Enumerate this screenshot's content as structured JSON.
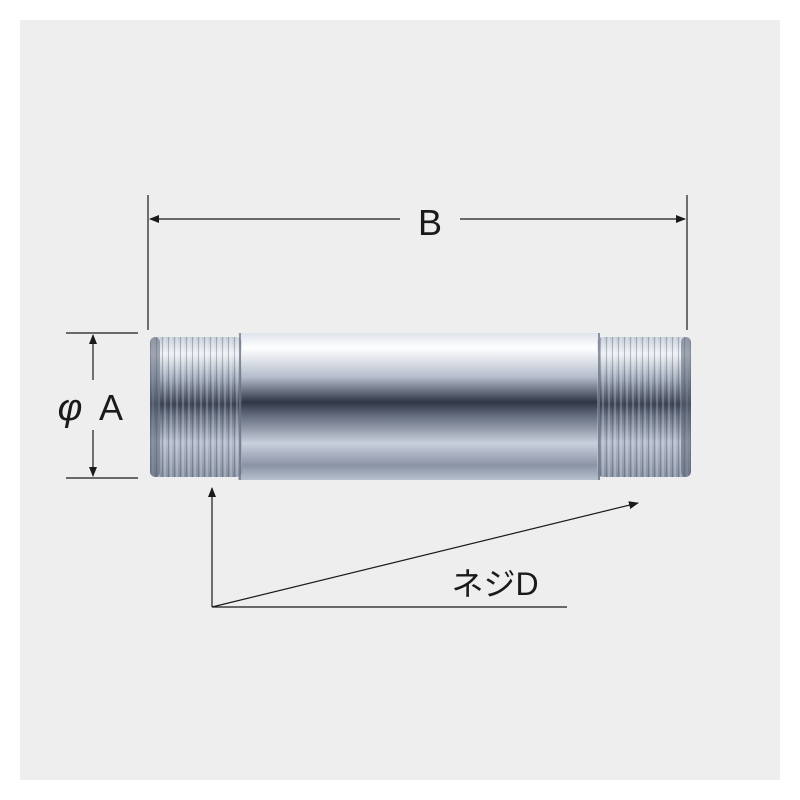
{
  "diagram": {
    "labels": {
      "length": "B",
      "diameter_symbol": "φ",
      "diameter": "A",
      "thread": "ネジD"
    },
    "colors": {
      "panel_background": "#eeeeef",
      "line": "#1a1a1a",
      "pipe_highlight": "#ffffff",
      "pipe_mid": "#b9c1d1",
      "pipe_dark": "#3c4454",
      "thread_tint": "#9aa6b6"
    }
  }
}
